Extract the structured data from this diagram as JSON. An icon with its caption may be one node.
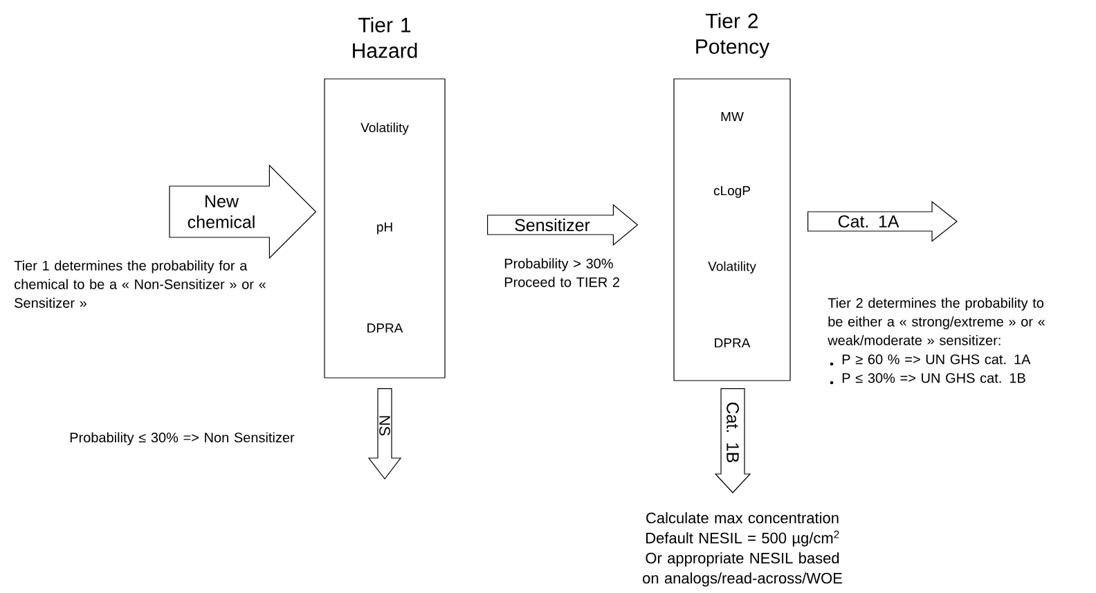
{
  "diagram": {
    "nodes": [
      {
        "text": [
          "Tier 1 Hazard",
          "Volatility",
          "pH",
          "DPRA"
        ]
      },
      {
        "text": [
          "Tier 2 Potency",
          "MW",
          "cLogP",
          "Volatility",
          "DPRA"
        ]
      },
      {
        "text": [
          "Calculate max concentration",
          "Default NESIL = 500 µg/cm$^{2}$",
          "Or appropriate NESIL based on analogs/read-across/WOE"
        ]
      }
    ],
    "edges": [
      {
        "from": null,
        "to": 0,
        "arrow": "to",
        "label": "New chemical"
      },
      {
        "from": 0,
        "to": 1,
        "arrow": "to",
        "label": "Sensitizer"
      },
      {
        "from": 1,
        "to": null,
        "arrow": "to",
        "label": "Cat. 1A"
      },
      {
        "from": 0,
        "to": null,
        "arrow": "to",
        "label": "NS"
      },
      {
        "from": 1,
        "to": 2,
        "arrow": "to",
        "label": "Cat. 1B"
      }
    ],
    "labels": [
      "Tier 1 determines the probability for a chemical to be a « Non-Sensitizer » or « Sensitizer »",
      "Probability > 30% Proceed to TIER 2",
      "Tier 2 determines the probability to be either a « strong/extreme » or « weak/moderate » sensitizer:",
      "P ≥ 60 % => UN GHS cat. 1A",
      "P ≤ 30% => UN GHS cat. 1B",
      "Probability ≤ 30% => Non Sensitizer"
    ]
  }
}
